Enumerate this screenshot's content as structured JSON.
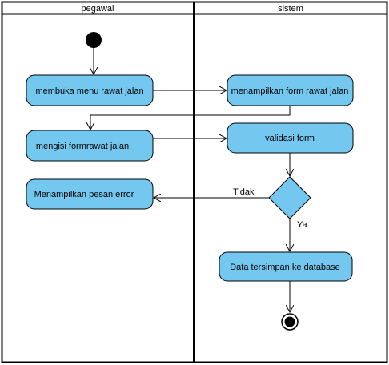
{
  "lanes": {
    "left": {
      "title": "pegawai"
    },
    "right": {
      "title": "sistem"
    }
  },
  "nodes": {
    "open_menu": {
      "label": "membuka menu rawat jalan"
    },
    "show_form": {
      "label": "menampilkan form rawat jalan"
    },
    "fill_form": {
      "label": "mengisi formrawat jalan"
    },
    "validate": {
      "label": "validasi form"
    },
    "error_msg": {
      "label": "Menampilkan pesan error"
    },
    "saved": {
      "label": "Data tersimpan ke database"
    }
  },
  "edges": {
    "no_label": "Tidak",
    "yes_label": "Ya"
  },
  "colors": {
    "activity_fill": "#74c7ef",
    "stroke": "#000000",
    "background": "#ffffff"
  }
}
